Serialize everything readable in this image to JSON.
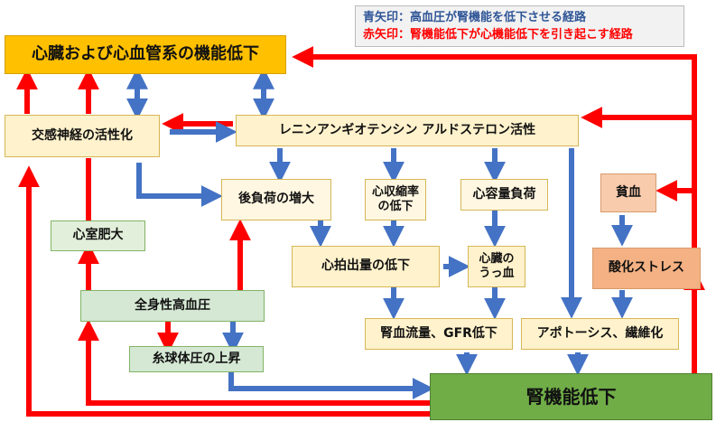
{
  "legend": {
    "blue": "青矢印：高血圧が腎機能を低下させる経路",
    "red": "赤矢印：腎機能低下が心機能低下を引き起こす経路"
  },
  "colors": {
    "red_arrow": "#ff0000",
    "blue_arrow": "#4472c4"
  },
  "nodes": {
    "cardiac": "心臓および心血管系の機能低下",
    "sympathetic": "交感神経の活性化",
    "raas": "レニンアンギオテンシン アルドステロン活性",
    "afterload": "後負荷の増大",
    "contractility": "心収縮率\nの低下",
    "volume": "心容量負荷",
    "hypertrophy": "心室肥大",
    "output": "心拍出量の低下",
    "congestion": "心臓の\nうっ血",
    "anemia": "貧血",
    "oxidative": "酸化ストレス",
    "hypertension": "全身性高血圧",
    "glomerular": "糸球体圧の上昇",
    "renal_flow": "腎血流量、GFR低下",
    "apoptosis": "アポトーシス、繊維化",
    "renal": "腎機能低下"
  }
}
